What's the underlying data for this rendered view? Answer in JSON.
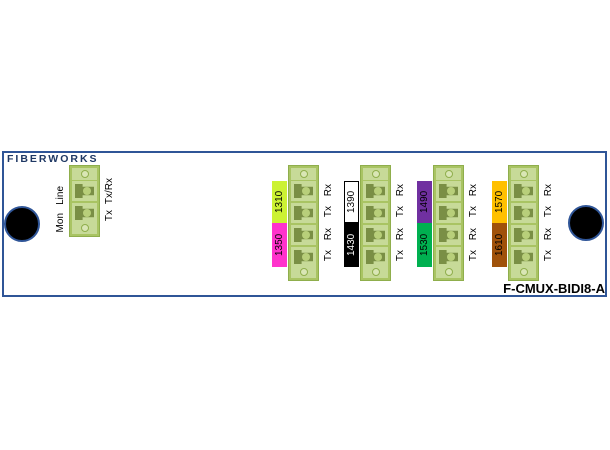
{
  "brand": "FIBERWORKS",
  "model": "F-CMUX-BIDI8-A",
  "mon_module": {
    "left_labels": [
      "Mon",
      "Line"
    ],
    "right_labels": [
      "Tx",
      "Tx/Rx"
    ]
  },
  "modules": [
    {
      "wavelengths": [
        {
          "label": "1310",
          "color": "#ccf233",
          "text": "#000"
        },
        {
          "label": "1350",
          "color": "#ff33cc",
          "text": "#000"
        }
      ],
      "ports": [
        "Rx",
        "Tx",
        "Rx",
        "Tx"
      ]
    },
    {
      "wavelengths": [
        {
          "label": "1390",
          "color": "#ffffff",
          "text": "#000"
        },
        {
          "label": "1430",
          "color": "#000000",
          "text": "#fff"
        }
      ],
      "ports": [
        "Rx",
        "Tx",
        "Rx",
        "Tx"
      ]
    },
    {
      "wavelengths": [
        {
          "label": "1490",
          "color": "#7030a0",
          "text": "#000"
        },
        {
          "label": "1530",
          "color": "#00b050",
          "text": "#000"
        }
      ],
      "ports": [
        "Rx",
        "Tx",
        "Rx",
        "Tx"
      ]
    },
    {
      "wavelengths": [
        {
          "label": "1570",
          "color": "#ffc000",
          "text": "#000"
        },
        {
          "label": "1610",
          "color": "#a0520a",
          "text": "#000"
        }
      ],
      "ports": [
        "Rx",
        "Tx",
        "Rx",
        "Tx"
      ]
    }
  ]
}
